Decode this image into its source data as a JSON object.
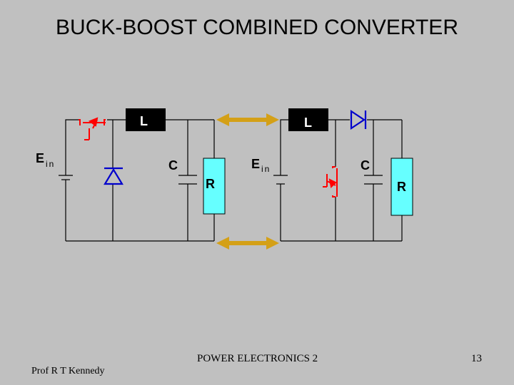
{
  "slide": {
    "title": "BUCK-BOOST COMBINED  CONVERTER",
    "footer_center": "POWER ELECTRONICS 2",
    "footer_left": "Prof R T Kennedy",
    "page_number": "13"
  },
  "circuit_left": {
    "source_label": "E",
    "source_subscript": "in",
    "inductor_label": "L",
    "capacitor_label": "C",
    "resistor_label": "R"
  },
  "circuit_right": {
    "source_label": "E",
    "source_subscript": "in",
    "inductor_label": "L",
    "capacitor_label": "C",
    "resistor_label": "R"
  },
  "colors": {
    "background": "#c0c0c0",
    "wire": "#000000",
    "switch": "#ff0000",
    "diode": "#0000cc",
    "resistor_fill": "#66ffff",
    "inductor_fill": "#000000",
    "arrow": "#d4a017"
  }
}
